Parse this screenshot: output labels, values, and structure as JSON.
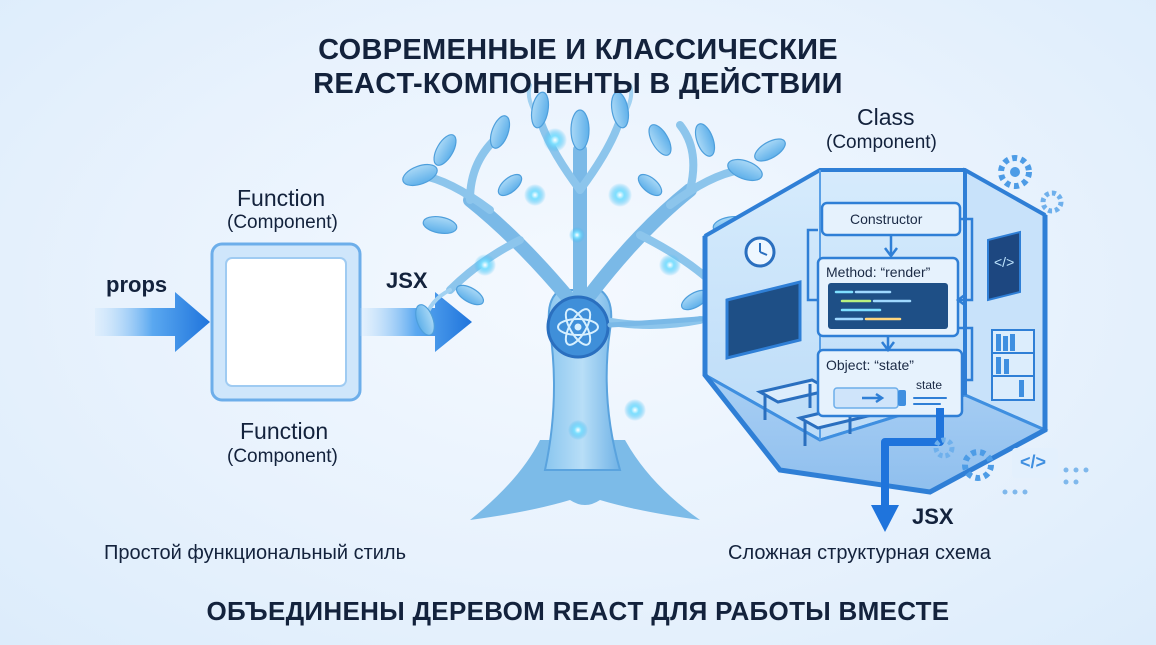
{
  "title": {
    "line1": "СОВРЕМЕННЫЕ И КЛАССИЧЕСКИЕ",
    "line2": "REACT-КОМПОНЕНТЫ В ДЕЙСТВИИ"
  },
  "functional": {
    "input_label": "props",
    "output_label": "JSX",
    "top_label": "Function",
    "top_sublabel": "(Component)",
    "bottom_label": "Function",
    "bottom_sublabel": "(Component)",
    "caption": "Простой функциональный стиль"
  },
  "class_component": {
    "label": "Class",
    "sublabel": "(Component)",
    "constructor_label": "Constructor",
    "render_label": "Method: “render”",
    "state_box_label": "Object: “state”",
    "state_label": "state",
    "output_label": "JSX",
    "code_tag": "</>",
    "caption": "Сложная структурная схема"
  },
  "footer": "ОБЪЕДИНЕНЫ ДЕРЕВОМ REACT ДЛЯ РАБОТЫ ВМЕСТЕ",
  "colors": {
    "accent": "#2f86e6",
    "arrow": "#1f7ae0",
    "tree": "#7fbfe9",
    "room_wall": "#3f8fe0",
    "text": "#13223c"
  }
}
